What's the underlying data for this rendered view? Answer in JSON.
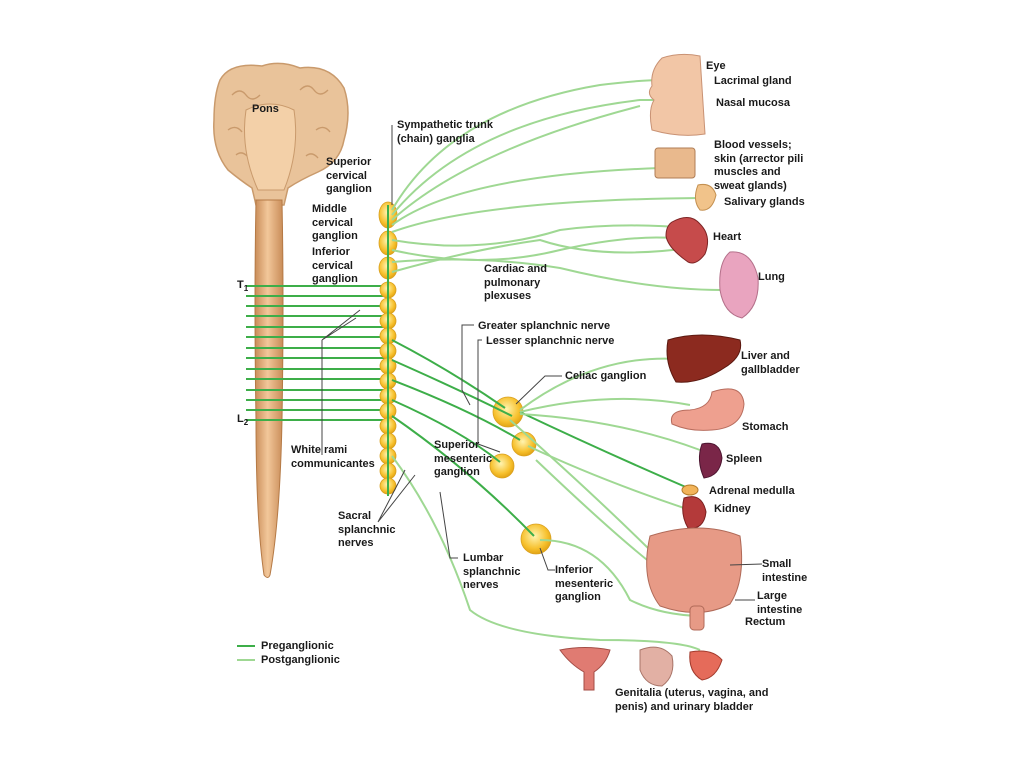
{
  "colors": {
    "preganglionic": "#3dae49",
    "postganglionic": "#9fd893",
    "ganglion_fill": "#f7c12e",
    "spinal_cord": "#e8b27e",
    "brain": "#e9c39a",
    "organ_red": "#c9575a",
    "liver": "#8c2a1f"
  },
  "labels": {
    "pons": "Pons",
    "sympathetic_trunk": "Sympathetic trunk\n(chain) ganglia",
    "superior_cervical": "Superior\ncervical\nganglion",
    "middle_cervical": "Middle\ncervical\nganglion",
    "inferior_cervical": "Inferior\ncervical\nganglion",
    "t1": "T",
    "t1_sub": "1",
    "l2": "L",
    "l2_sub": "2",
    "white_rami": "White rami\ncommunicantes",
    "sacral_splanchnic": "Sacral\nsplanchnic\nnerves",
    "cardiac_plexuses": "Cardiac and\npulmonary\nplexuses",
    "greater_splanchnic": "Greater splanchnic nerve",
    "lesser_splanchnic": "Lesser splanchnic nerve",
    "celiac_ganglion": "Celiac ganglion",
    "superior_mesenteric": "Superior\nmesenteric\nganglion",
    "lumbar_splanchnic": "Lumbar\nsplanchnic\nnerves",
    "inferior_mesenteric": "Inferior\nmesenteric\nganglion",
    "eye": "Eye",
    "lacrimal": "Lacrimal gland",
    "nasal": "Nasal mucosa",
    "blood_vessels": "Blood vessels;\nskin (arrector pili\nmuscles and\nsweat glands)",
    "salivary": "Salivary glands",
    "heart": "Heart",
    "lung": "Lung",
    "liver": "Liver and\ngallbladder",
    "stomach": "Stomach",
    "spleen": "Spleen",
    "adrenal": "Adrenal medulla",
    "kidney": "Kidney",
    "small_intestine": "Small\nintestine",
    "large_intestine": "Large\nintestine",
    "rectum": "Rectum",
    "genitalia": "Genitalia (uterus, vagina, and\npenis) and urinary bladder"
  },
  "legend": {
    "preganglionic": "Preganglionic",
    "postganglionic": "Postganglionic"
  }
}
